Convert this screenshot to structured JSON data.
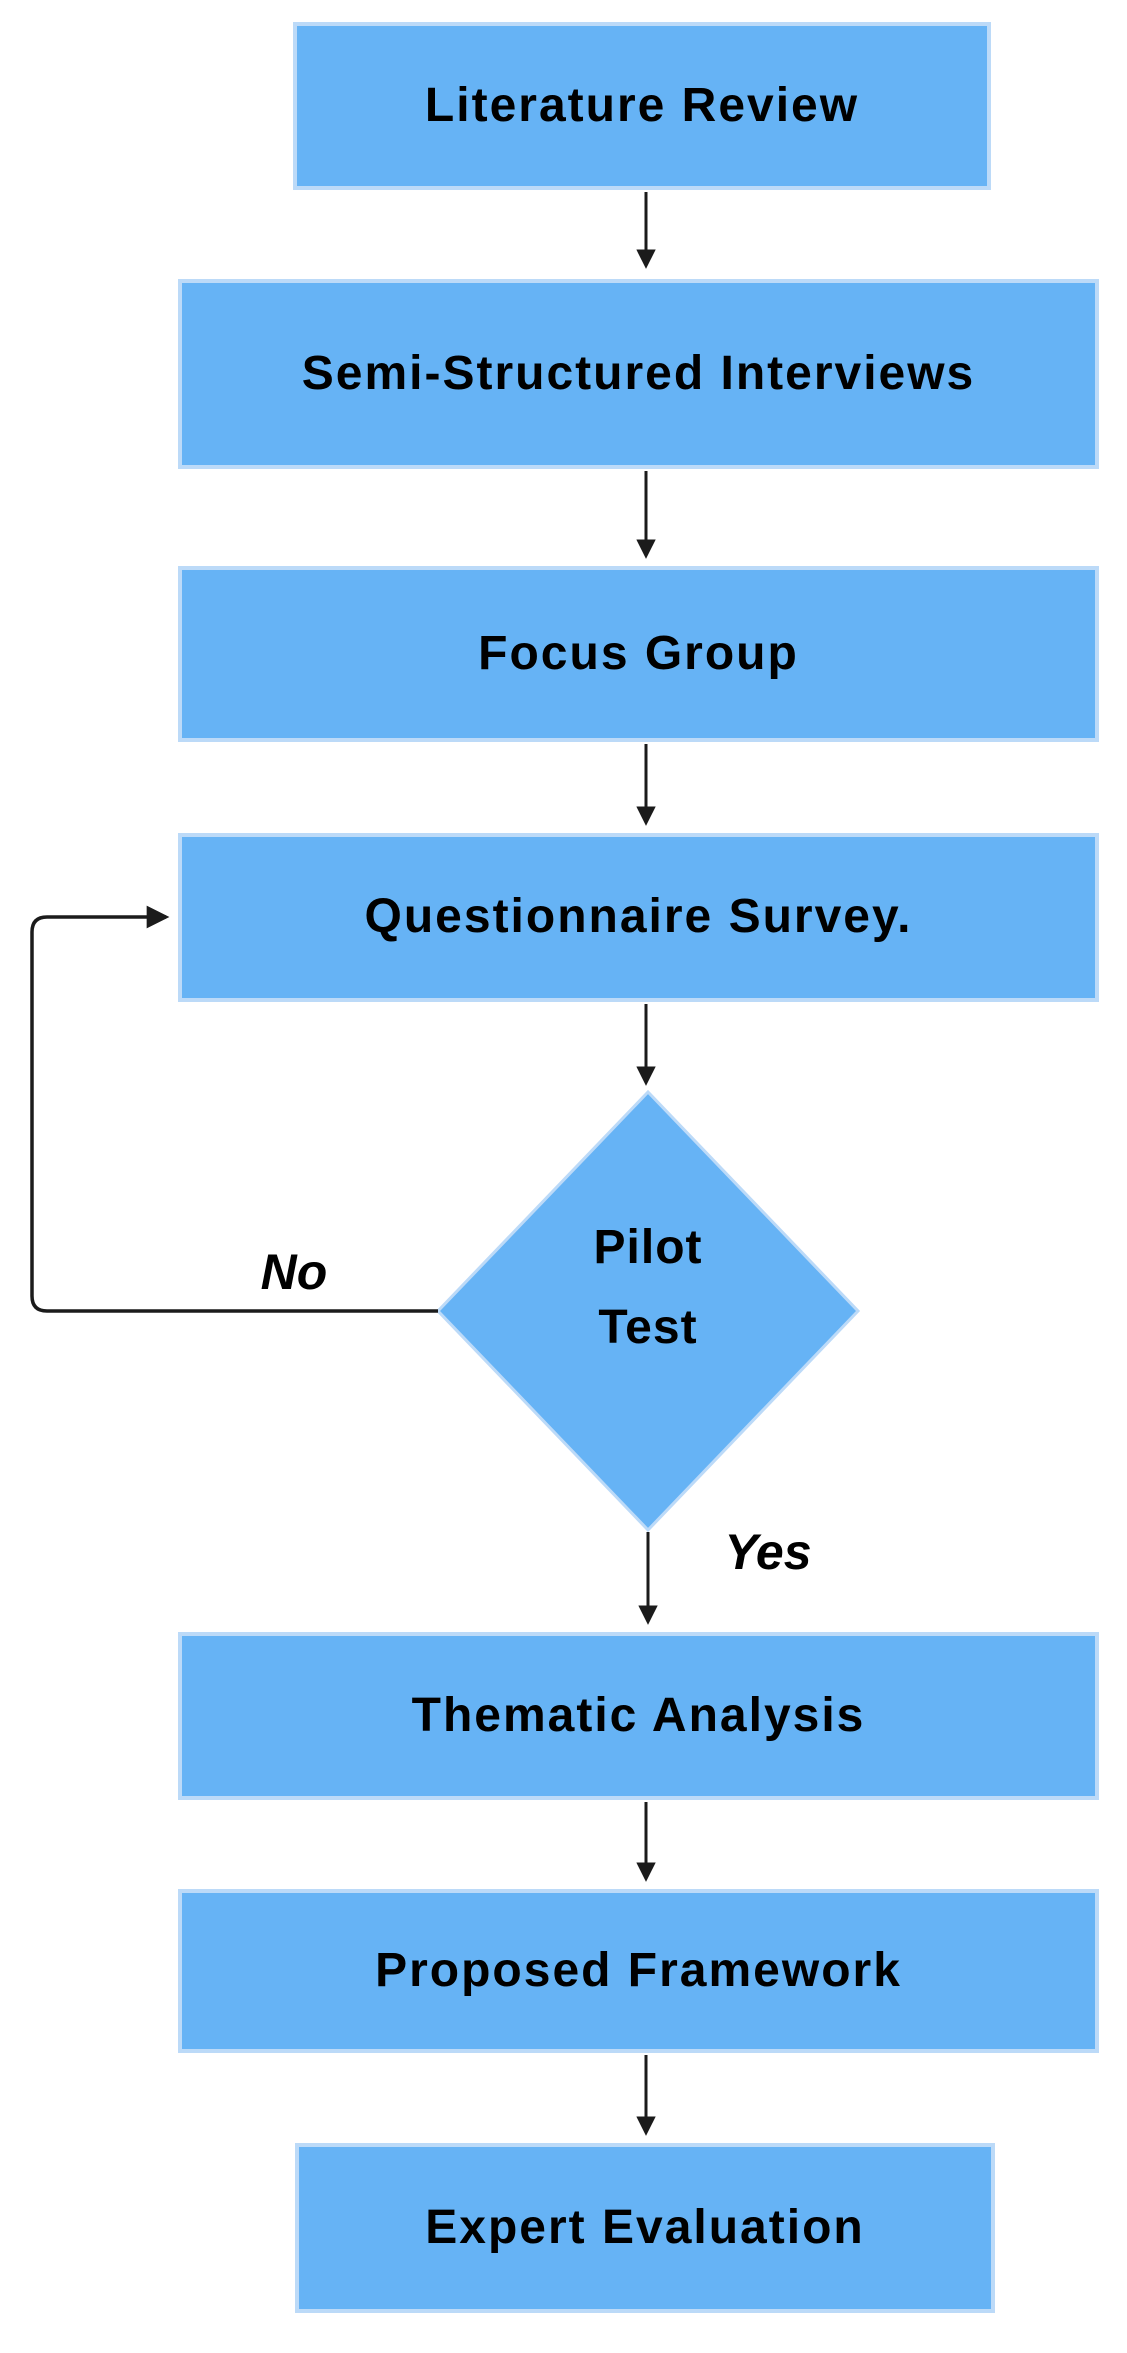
{
  "diagram_type": "flowchart",
  "nodes": [
    {
      "id": "literature-review",
      "type": "process",
      "label": "Literature Review"
    },
    {
      "id": "semi-structured-interviews",
      "type": "process",
      "label": "Semi-Structured Interviews"
    },
    {
      "id": "focus-group",
      "type": "process",
      "label": "Focus Group"
    },
    {
      "id": "questionnaire-survey",
      "type": "process",
      "label": "Questionnaire Survey."
    },
    {
      "id": "pilot-test",
      "type": "decision",
      "label": "Pilot Test",
      "line1": "Pilot",
      "line2": "Test"
    },
    {
      "id": "thematic-analysis",
      "type": "process",
      "label": "Thematic Analysis"
    },
    {
      "id": "proposed-framework",
      "type": "process",
      "label": "Proposed Framework"
    },
    {
      "id": "expert-evaluation",
      "type": "process",
      "label": "Expert Evaluation"
    }
  ],
  "edges": [
    {
      "from": "Literature Review",
      "to": "Semi-Structured Interviews",
      "label": ""
    },
    {
      "from": "Semi-Structured Interviews",
      "to": "Focus Group",
      "label": ""
    },
    {
      "from": "Focus Group",
      "to": "Questionnaire Survey.",
      "label": ""
    },
    {
      "from": "Questionnaire Survey.",
      "to": "Pilot Test",
      "label": ""
    },
    {
      "from": "Pilot Test",
      "to": "Questionnaire Survey.",
      "label": "No"
    },
    {
      "from": "Pilot Test",
      "to": "Thematic Analysis",
      "label": "Yes"
    },
    {
      "from": "Thematic Analysis",
      "to": "Proposed Framework",
      "label": ""
    },
    {
      "from": "Proposed Framework",
      "to": "Expert Evaluation",
      "label": ""
    }
  ],
  "colors": {
    "node_fill": "#66B3F5",
    "node_border": "#BCDAF8",
    "connector": "#1B1B1B",
    "text": "#000000",
    "background": "#FFFFFF"
  }
}
